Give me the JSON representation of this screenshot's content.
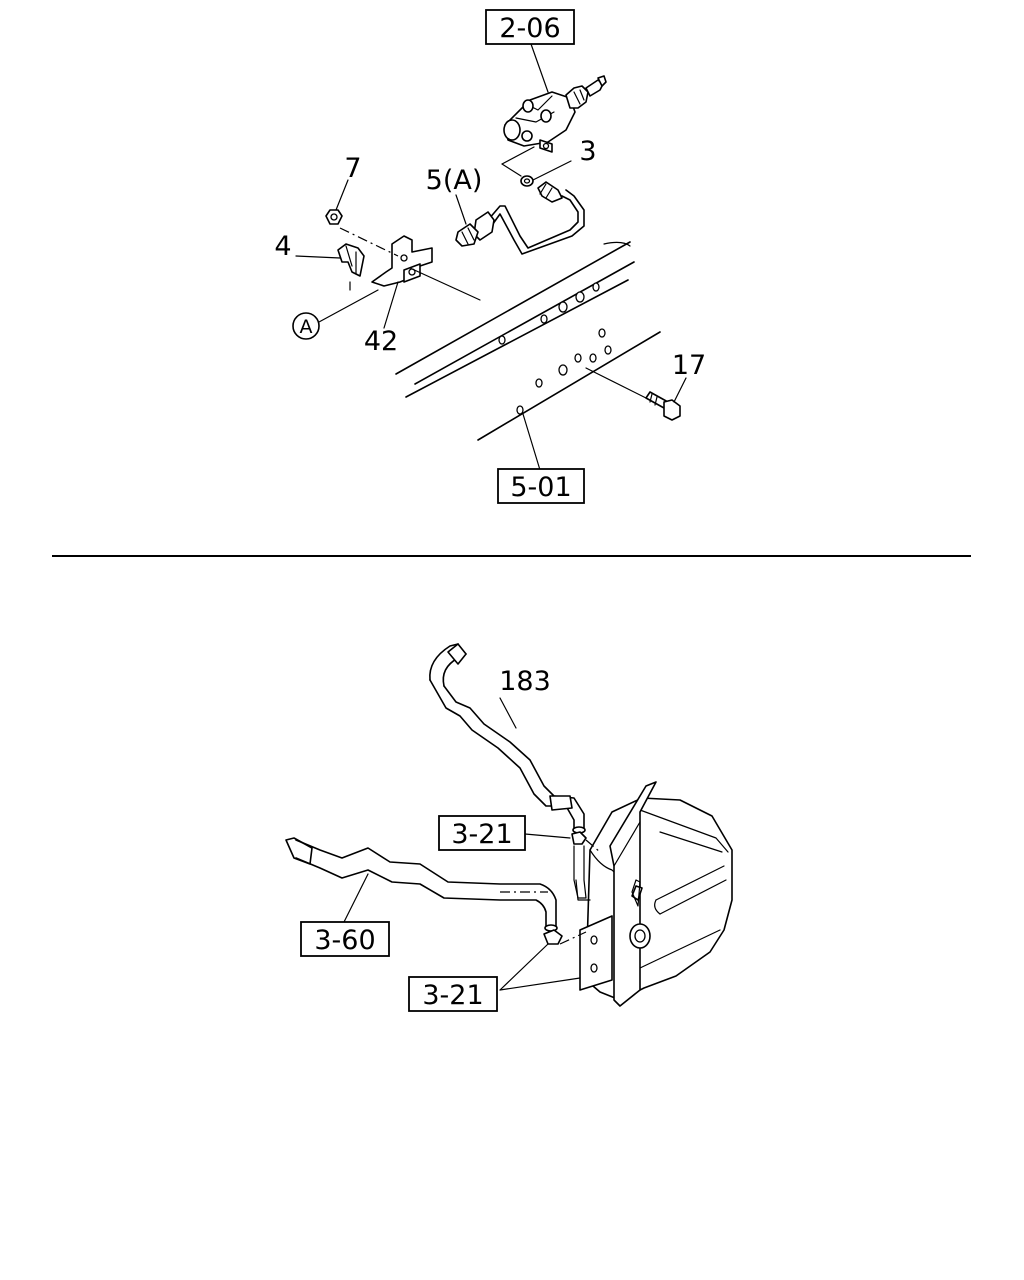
{
  "upper_section": {
    "callouts": {
      "ref_clutch": "2-06",
      "part_3": "3",
      "part_7": "7",
      "part_5": "5(A)",
      "part_4": "4",
      "circle_a": "A",
      "part_42": "42",
      "part_17": "17",
      "ref_frame": "5-01"
    }
  },
  "lower_section": {
    "callouts": {
      "part_183": "183",
      "ref_clip_top": "3-21",
      "ref_hose": "3-60",
      "ref_clip_bottom": "3-21"
    }
  }
}
